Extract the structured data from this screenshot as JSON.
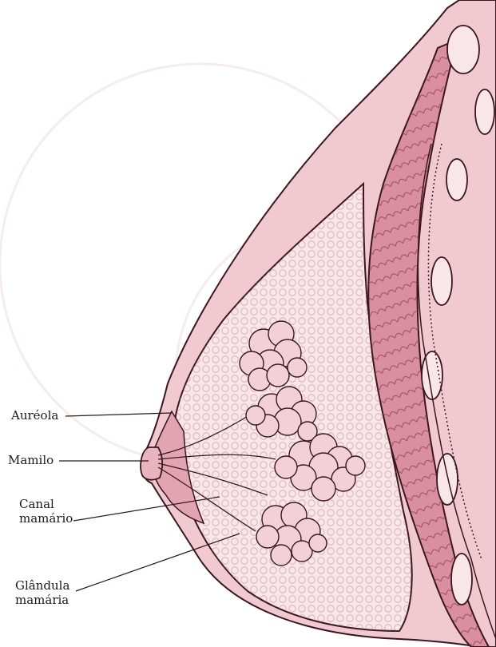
{
  "labels": {
    "aureola": "Auréola",
    "mamilo": "Mamilo",
    "canal": "Canal\nmamário",
    "glandula": "Glândula\nmamária"
  },
  "colors": {
    "tissue_fill": "#f6dce0",
    "muscle_fill": "#d98f9f",
    "skin_fill": "#e9b3bf",
    "outline": "#3a1620",
    "lobule_fill": "#f3d0d7",
    "watermark": "#f6ecee"
  }
}
